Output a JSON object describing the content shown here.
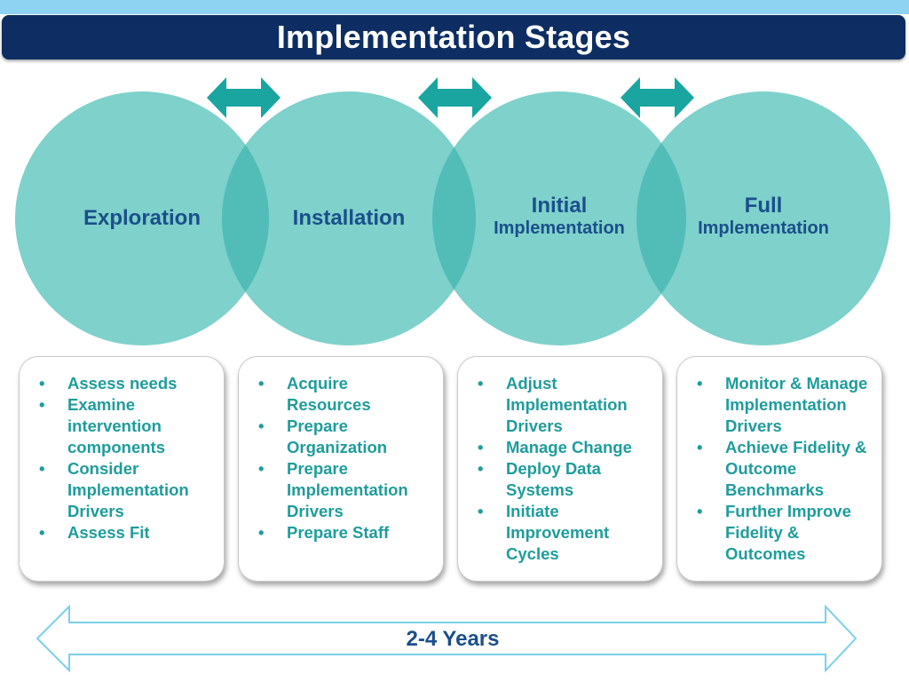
{
  "title": "Implementation Stages",
  "stages": [
    {
      "line1": "Exploration",
      "line2": ""
    },
    {
      "line1": "Installation",
      "line2": ""
    },
    {
      "line1": "Initial",
      "line2": "Implementation"
    },
    {
      "line1": "Full",
      "line2": "Implementation"
    }
  ],
  "cards": [
    {
      "items": [
        "Assess needs",
        "Examine intervention components",
        "Consider Implementation Drivers",
        "Assess Fit"
      ]
    },
    {
      "items": [
        "Acquire Resources",
        "Prepare Organization",
        "Prepare Implementation Drivers",
        "Prepare Staff"
      ]
    },
    {
      "items": [
        "Adjust Implementation Drivers",
        "Manage Change",
        "Deploy Data Systems",
        "Initiate Improvement Cycles"
      ]
    },
    {
      "items": [
        "Monitor & Manage Implementation Drivers",
        "Achieve Fidelity & Outcome Benchmarks",
        "Further Improve Fidelity & Outcomes"
      ]
    }
  ],
  "timeline": {
    "label": "2-4 Years"
  },
  "colors": {
    "title_bar": "#0d2d63",
    "circle_fill": "#7fd1cb",
    "overlap_fill": "#52bdb7",
    "arrow_fill": "#1aa5a0",
    "text_dark": "#1a4f8a",
    "text_teal": "#1f9c9c"
  },
  "bullet_glyph": "•"
}
